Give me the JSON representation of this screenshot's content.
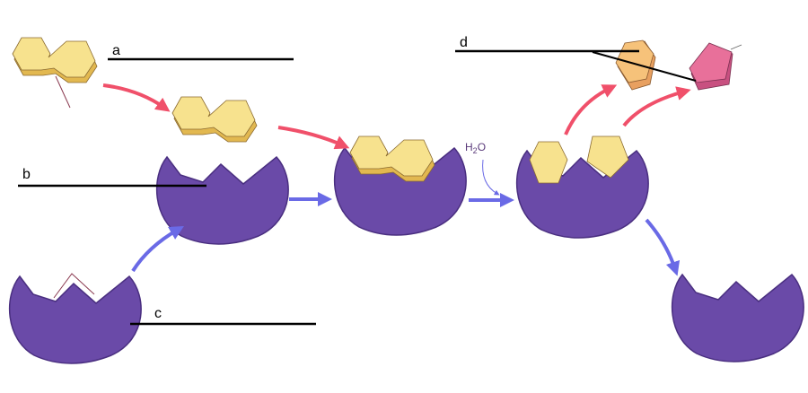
{
  "labels": {
    "a": "a",
    "b": "b",
    "c": "c",
    "d": "d"
  },
  "water": {
    "main": "H",
    "sub": "2",
    "tail": "O"
  },
  "colors": {
    "enzyme": "#6a4aa8",
    "enzyme_dark": "#4a2f80",
    "substrate": "#f7e28e",
    "substrate_side": "#e2b850",
    "product_pink": "#e8709a",
    "product_orange": "#f6c27a",
    "red_arrow": "#f0506a",
    "blue_arrow": "#6a6ae6"
  }
}
